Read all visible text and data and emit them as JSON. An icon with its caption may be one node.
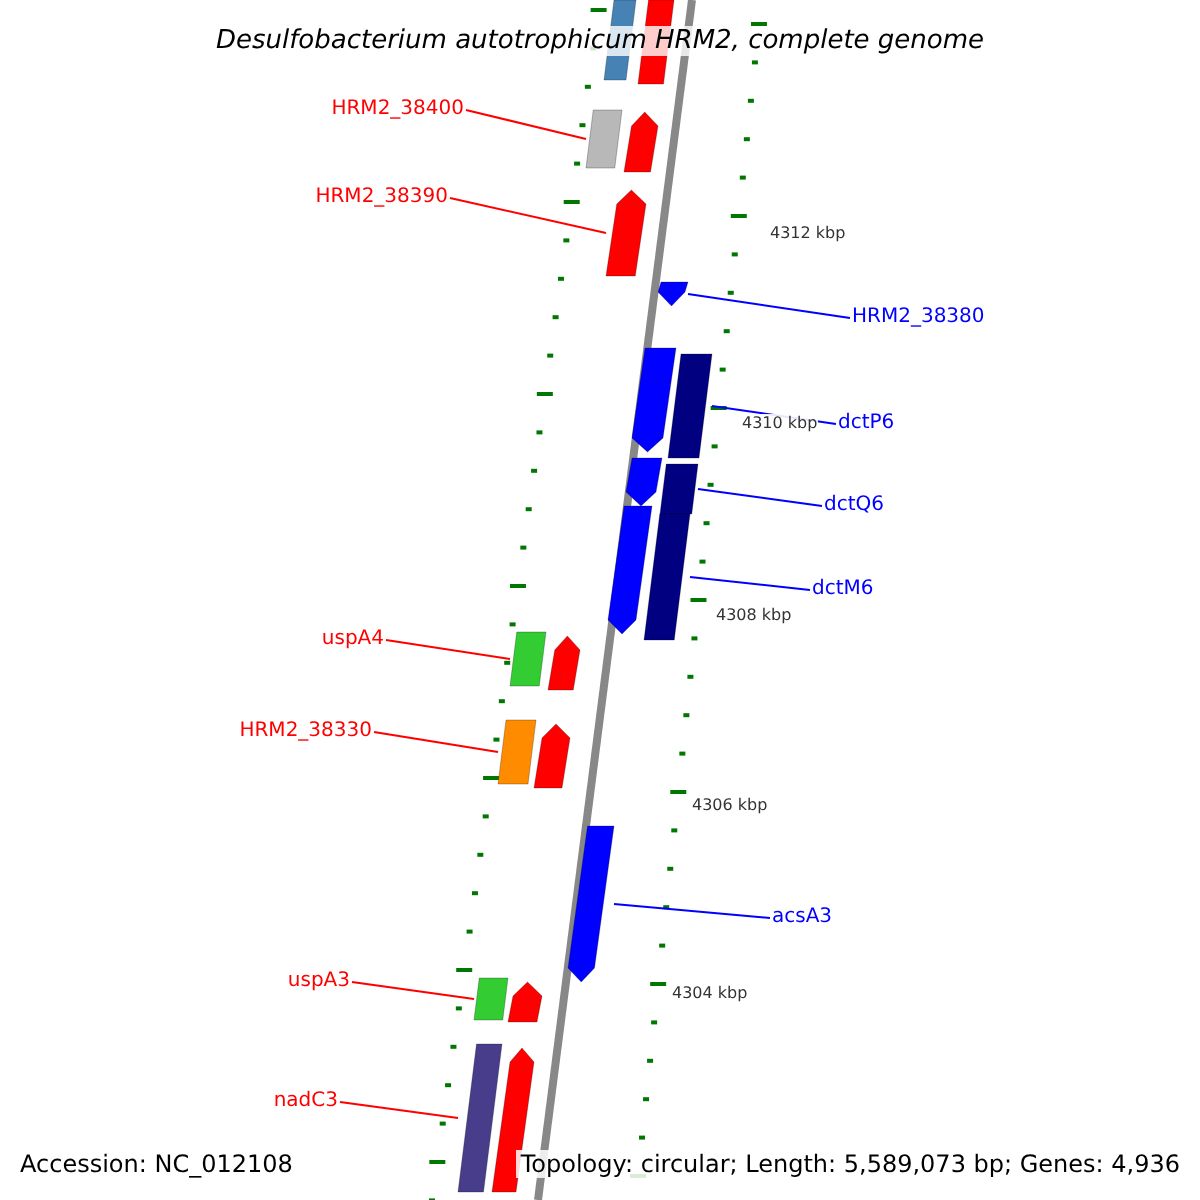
{
  "diagram": {
    "title": "Desulfobacterium autotrophicum HRM2, complete genome",
    "nodes": [
      {
        "text": [
          "HRM2_38400"
        ]
      },
      {
        "text": [],
        "shape": "bar"
      },
      {
        "text": [
          "HRM2_38390"
        ]
      },
      {
        "text": [],
        "shape": "bar"
      },
      {
        "text": [
          "HRM2_38380"
        ]
      },
      {
        "text": [],
        "shape": "bar"
      },
      {
        "text": [
          "dctP6"
        ]
      },
      {
        "text": [],
        "shape": "bar"
      },
      {
        "text": [
          "dctQ6"
        ]
      },
      {
        "text": [],
        "shape": "bar"
      },
      {
        "text": [
          "dctM6"
        ]
      },
      {
        "text": [],
        "shape": "bar"
      },
      {
        "text": [
          "uspA4"
        ]
      },
      {
        "text": [],
        "shape": "bar"
      },
      {
        "text": [
          "HRM2_38330"
        ]
      },
      {
        "text": [],
        "shape": "bar"
      },
      {
        "text": [
          "acsA3"
        ]
      },
      {
        "text": [],
        "shape": "bar"
      },
      {
        "text": [
          "uspA3"
        ]
      },
      {
        "text": [],
        "shape": "bar"
      },
      {
        "text": [
          "nadC3"
        ]
      },
      {
        "text": [],
        "shape": "bar"
      }
    ],
    "edges": [
      {
        "from": 0,
        "to": 1,
        "arrow": "none"
      },
      {
        "from": 2,
        "to": 3,
        "arrow": "none"
      },
      {
        "from": 4,
        "to": 5,
        "arrow": "none",
        "color": "#0000ff"
      },
      {
        "from": 6,
        "to": 7,
        "arrow": "none",
        "color": "#0000ff"
      },
      {
        "from": 8,
        "to": 9,
        "arrow": "none",
        "color": "#0000ff"
      },
      {
        "from": 10,
        "to": 11,
        "arrow": "none",
        "color": "#0000ff"
      },
      {
        "from": 12,
        "to": 13,
        "arrow": "none"
      },
      {
        "from": 14,
        "to": 15,
        "arrow": "none"
      },
      {
        "from": 16,
        "to": 17,
        "arrow": "none",
        "color": "#0000ff"
      },
      {
        "from": 18,
        "to": 19,
        "arrow": "none"
      },
      {
        "from": 20,
        "to": 21,
        "arrow": "none"
      }
    ],
    "labels": [
      "4312 kbp",
      "4310 kbp",
      "4308 kbp",
      "4306 kbp",
      "4304 kbp",
      "Accession: NC_012108",
      "Topology: circular; Length: 5,589,073 bp; Genes: 4,936"
    ]
  }
}
